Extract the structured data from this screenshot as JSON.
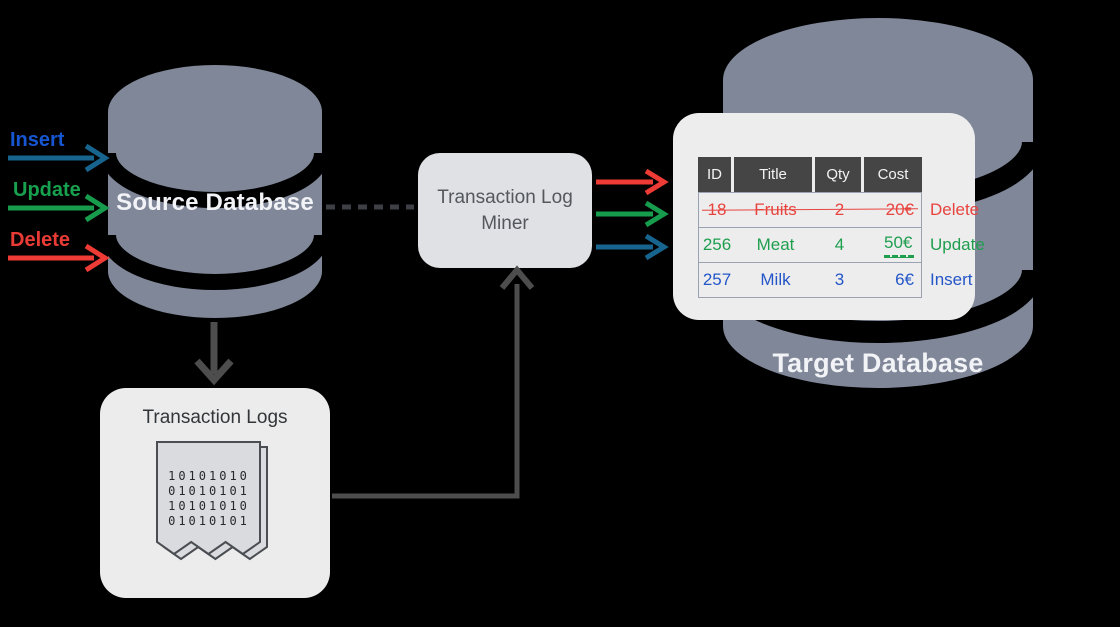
{
  "source_db": {
    "label": "Source Database"
  },
  "target_db": {
    "label": "Target Database"
  },
  "miner": {
    "label": "Transaction Log Miner"
  },
  "logs": {
    "title": "Transaction Logs",
    "binary_lines": [
      "10101010",
      "01010101",
      "10101010",
      "01010101"
    ]
  },
  "operations": [
    {
      "label": "Insert",
      "text_color": "#1656d3",
      "arrow_color": "#17648f"
    },
    {
      "label": "Update",
      "text_color": "#17a04e",
      "arrow_color": "#169c4c"
    },
    {
      "label": "Delete",
      "text_color": "#e93b35",
      "arrow_color": "#ee3b35"
    }
  ],
  "table": {
    "headers": [
      "ID",
      "Title",
      "Qty",
      "Cost"
    ],
    "rows": [
      {
        "id": "18",
        "title": "Fruits",
        "qty": "2",
        "cost": "20€",
        "operation": "Delete"
      },
      {
        "id": "256",
        "title": "Meat",
        "qty": "4",
        "cost": "50€",
        "operation": "Update"
      },
      {
        "id": "257",
        "title": "Milk",
        "qty": "3",
        "cost": "6€",
        "operation": "Insert"
      }
    ]
  },
  "colors": {
    "background": "#000000",
    "cylinder_gray": "#7f8799",
    "card_bg": "#ededee",
    "miner_box_bg": "#dfe1e4",
    "logs_box_bg": "#ececec",
    "table_header_bg": "#454545",
    "delete_red": "#e8443e",
    "update_green": "#1f9e4e",
    "insert_blue": "#2456c8",
    "connector_gray": "#4d4d4d"
  }
}
